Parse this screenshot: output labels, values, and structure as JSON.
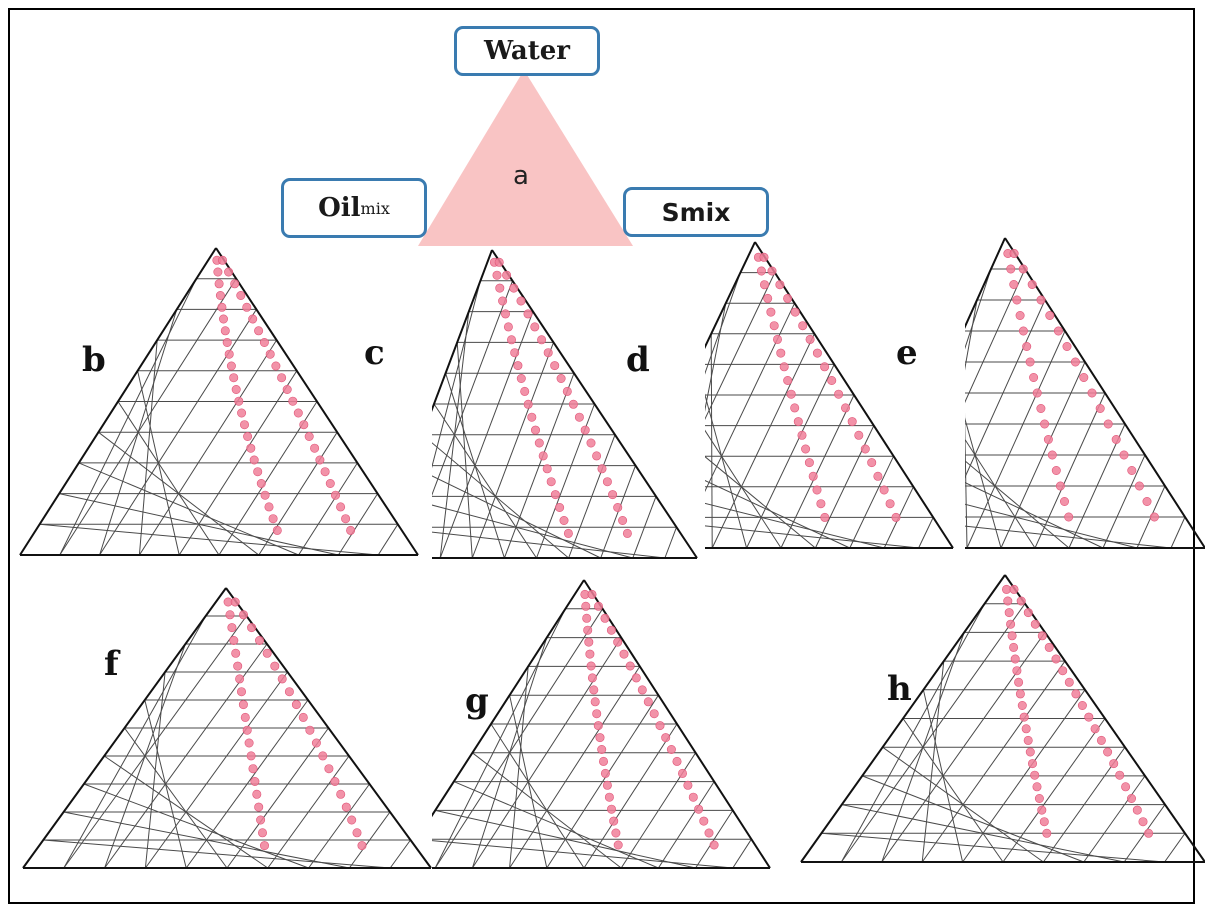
{
  "components": {
    "top": "Water",
    "left": "Oil",
    "left_sub": "mix",
    "right": "Smix"
  },
  "panels": [
    {
      "id": "a",
      "label": "a"
    },
    {
      "id": "b",
      "label": "b"
    },
    {
      "id": "c",
      "label": "c"
    },
    {
      "id": "d",
      "label": "d"
    },
    {
      "id": "e",
      "label": "e"
    },
    {
      "id": "f",
      "label": "f"
    },
    {
      "id": "g",
      "label": "g"
    },
    {
      "id": "h",
      "label": "h"
    }
  ],
  "colors": {
    "ternary_fill": "#f9c4c4",
    "point": "#f07f99",
    "grid": "#4a4a4a",
    "outline": "#111111",
    "label_border": "#3a7bb0"
  }
}
